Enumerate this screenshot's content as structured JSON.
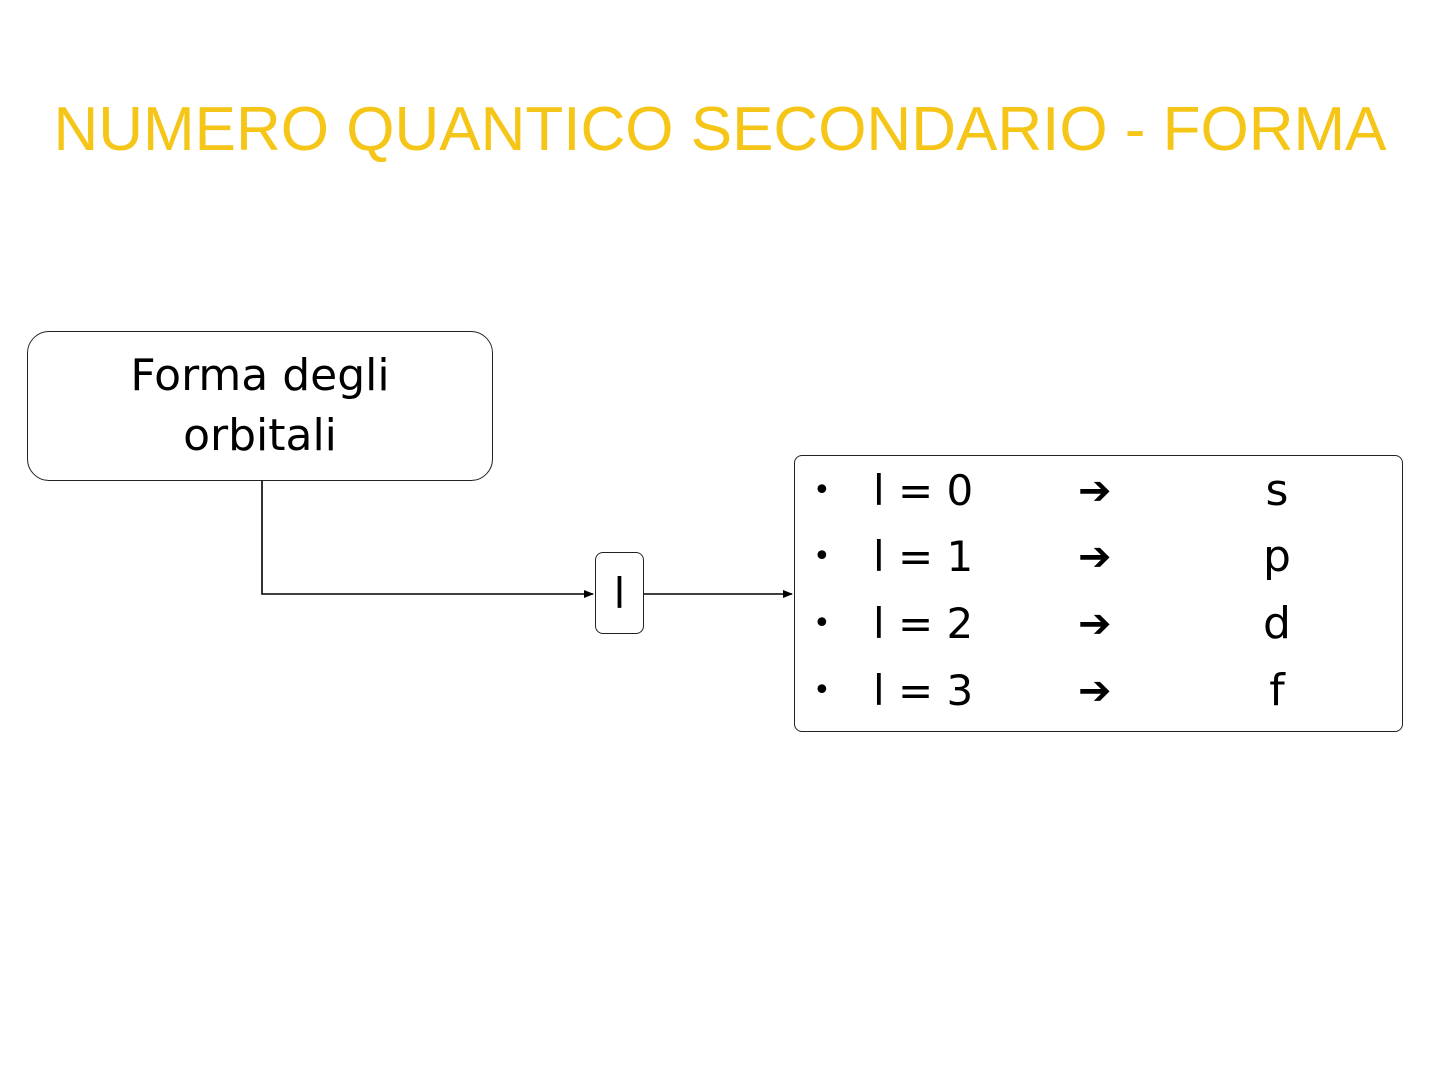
{
  "title": {
    "text": "NUMERO QUANTICO SECONDARIO - FORMA",
    "color": "#F5C518"
  },
  "source": {
    "label": "Forma degli orbitali"
  },
  "symbol": {
    "label": "l"
  },
  "values": {
    "rows": [
      {
        "bullet": "•",
        "equation": "l = 0",
        "arrow": "➔",
        "orbital": "s"
      },
      {
        "bullet": "•",
        "equation": "l = 1",
        "arrow": "➔",
        "orbital": "p"
      },
      {
        "bullet": "•",
        "equation": "l = 2",
        "arrow": "➔",
        "orbital": "d"
      },
      {
        "bullet": "•",
        "equation": "l = 3",
        "arrow": "➔",
        "orbital": "f"
      }
    ]
  }
}
